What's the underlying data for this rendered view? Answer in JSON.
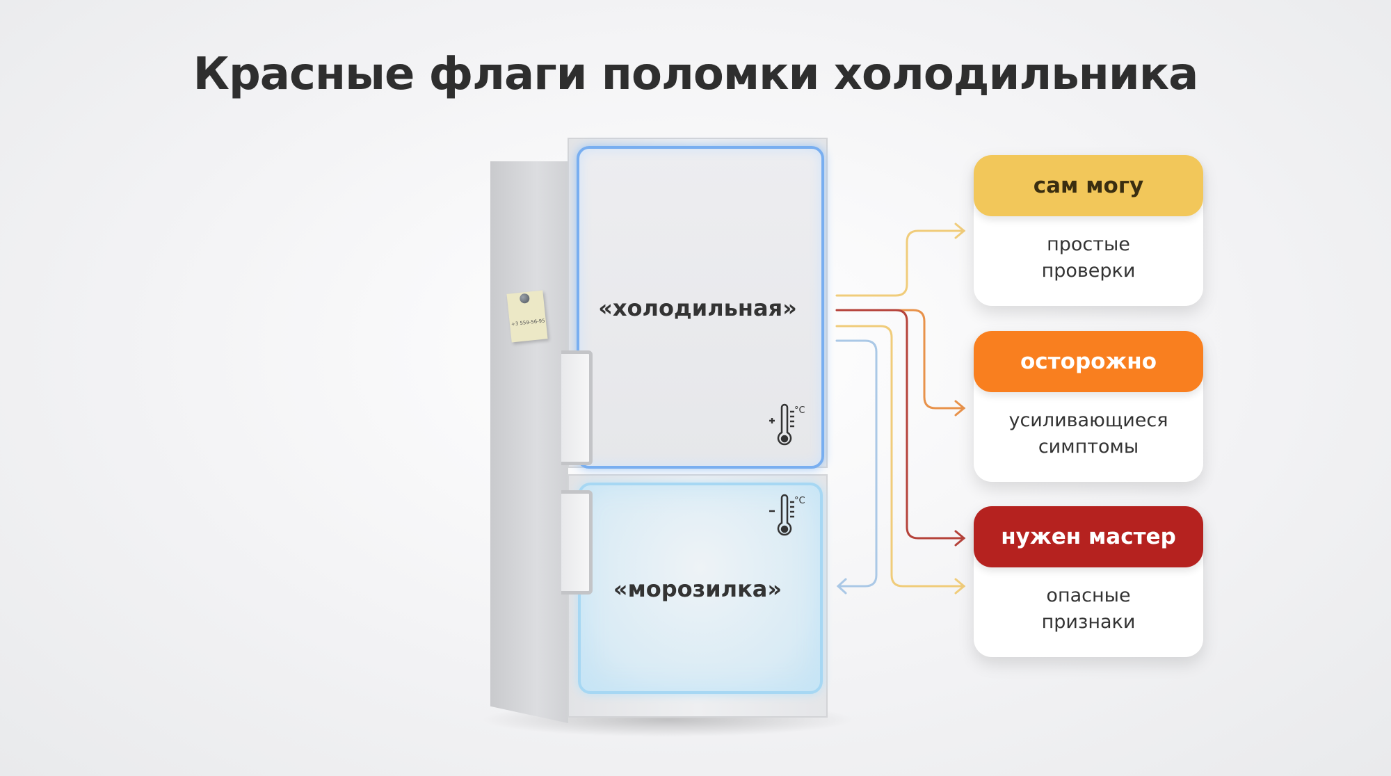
{
  "title": "Красные флаги поломки холодильника",
  "fridge": {
    "top_zone_label": "«холодильная»",
    "bottom_zone_label": "«морозилка»",
    "note_text": "+3 559-56-95",
    "top_thermometer": {
      "icon": "thermometer-plus-icon",
      "unit": "°C",
      "sign": "+"
    },
    "bottom_thermometer": {
      "icon": "thermometer-minus-icon",
      "unit": "°C",
      "sign": "−"
    }
  },
  "cards": [
    {
      "header": "сам могу",
      "body_line1": "простые",
      "body_line2": "проверки",
      "color": "#f2c75a",
      "text_color": "#3a2e10"
    },
    {
      "header": "осторожно",
      "body_line1": "усиливающиеся",
      "body_line2": "симптомы",
      "color": "#f97f1f",
      "text_color": "#ffffff"
    },
    {
      "header": "нужен мастер",
      "body_line1": "опасные",
      "body_line2": "признаки",
      "color": "#b5221f",
      "text_color": "#ffffff"
    }
  ],
  "connector_colors": {
    "yellow": "#f0cc7a",
    "orange": "#e8924a",
    "red": "#b5423a",
    "blue": "#aac8e6"
  }
}
